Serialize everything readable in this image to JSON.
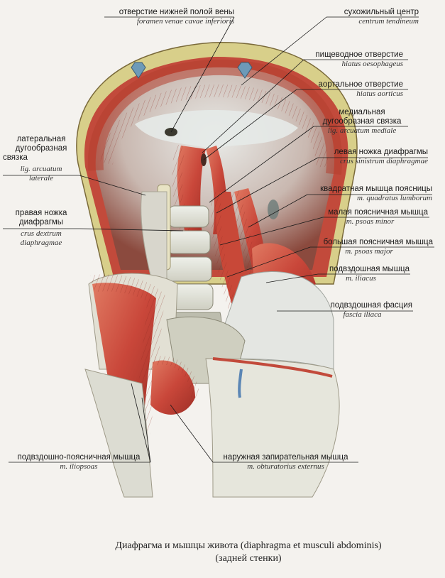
{
  "labels": {
    "vena_cava": {
      "ru": "отверстие нижней полой вены",
      "la": "foramen venae cavae inferioris"
    },
    "centrum": {
      "ru": "сухожильный центр",
      "la": "centrum tendineum"
    },
    "oesoph": {
      "ru": "пищеводное отверстие",
      "la": "hiatus oesophageus"
    },
    "aortic": {
      "ru": "аортальное отверстие",
      "la": "hiatus aorticus"
    },
    "medial_l1": "медиальная",
    "medial_l2": "дугообразная связка",
    "medial_la": "lig. arcuatum mediale",
    "lateral_l1": "латеральная",
    "lateral_l2": "дугообразная",
    "lateral_l3": "связка",
    "lateral_la1": "lig. arcuatum",
    "lateral_la2": "laterale",
    "left_crus": {
      "ru": "левая ножка диафрагмы",
      "la": "crus sinistrum diaphragmae"
    },
    "quadratus": {
      "ru": "квадратная мышца поясницы",
      "la": "m. quadratus lumborum"
    },
    "psoas_minor": {
      "ru": "малая поясничная мышца",
      "la": "m. psoas minor"
    },
    "psoas_major": {
      "ru": "большая поясничная мышца",
      "la": "m. psoas major"
    },
    "right_crus_l1": "правая ножка",
    "right_crus_l2": "диафрагмы",
    "right_crus_la1": "crus dextrum",
    "right_crus_la2": "diaphragmae",
    "iliacus": {
      "ru": "подвздошная мышца",
      "la": "m. iliacus"
    },
    "fascia": {
      "ru": "подвздошная фасция",
      "la": "fascia iliaca"
    },
    "iliopsoas": {
      "ru": "подвздошно-поясничная мышца",
      "la": "m. iliopsoas"
    },
    "obturator": {
      "ru": "наружная запирательная мышца",
      "la": "m. obturatorius externus"
    }
  },
  "caption": {
    "line1": "Диафрагма и мышцы живота (diaphragma et musculi abdominis)",
    "line2": "(задней стенки)"
  },
  "colors": {
    "muscle": "#c9473a",
    "muscle_light": "#e48a72",
    "tendon": "#dfe3e0",
    "bone": "#e7e2d2",
    "fat": "#d9c86e",
    "vessel_blue": "#5b86b5"
  }
}
